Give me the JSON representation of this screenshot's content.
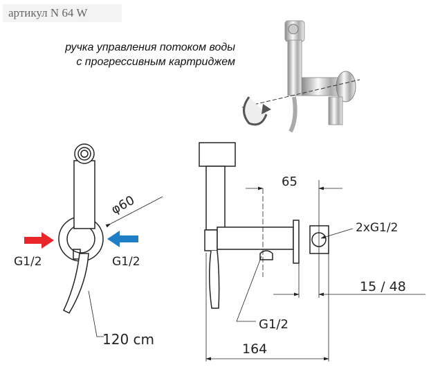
{
  "article_label": "артикул  N 64 W",
  "annotation": {
    "line1": "ручка управления потоком воды",
    "line2": "с прогрессивным картриджем"
  },
  "front_view": {
    "diameter_label": "60",
    "diameter_symbol": "φ",
    "hot_inlet_label": "G1/2",
    "cold_inlet_label": "G1/2",
    "hose_length_label": "120 cm",
    "hot_color": "#e8262a",
    "cold_color": "#1f7fc6"
  },
  "side_view": {
    "dim_65": "65",
    "connection_label": "2xG1/2",
    "outlet_label": "G1/2",
    "dim_15_48": "15 / 48",
    "dim_164": "164"
  }
}
